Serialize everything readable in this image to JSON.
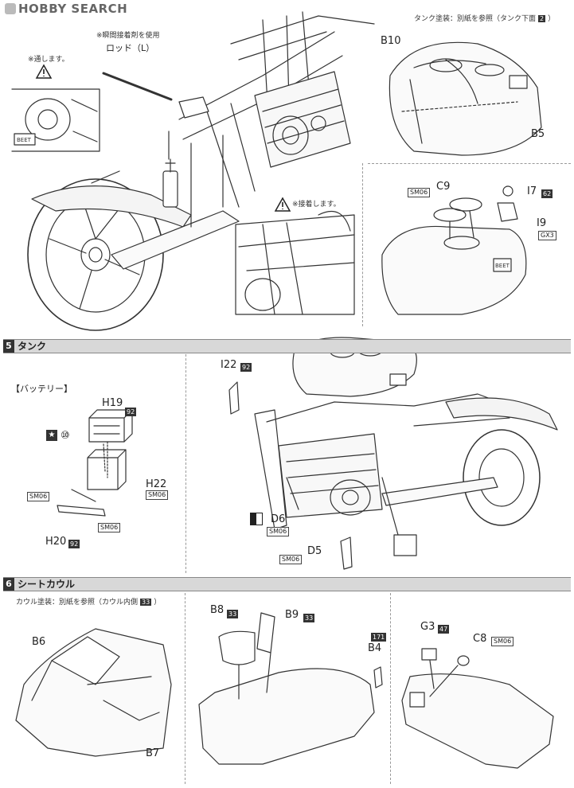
{
  "site_logo": "HOBBY SEARCH",
  "top": {
    "glue_note": "※瞬間接着剤を使用",
    "rod_label": "ロッド（L）",
    "pass_note": "※通します。",
    "attach_note": "※接着します。"
  },
  "tank_paint": {
    "text": "タンク塗装：別紙を参照（タンク下面",
    "page": "2",
    "close": "）"
  },
  "tank_labels": {
    "b10": "B10",
    "b5": "B5",
    "c9": "C9",
    "sm06": "SM06",
    "i7": "I7",
    "i7_code": "62",
    "i9": "I9",
    "gx3": "GX3"
  },
  "step5": {
    "number": "5",
    "title": "タンク",
    "battery": "【バッテリー】",
    "h19": "H19",
    "h19_code": "92",
    "decal_no": "⑩",
    "sm06_a": "SM06",
    "h22": "H22",
    "h22_code": "SM06",
    "sm06_b": "SM06",
    "h20": "H20",
    "h20_code": "92",
    "i22": "I22",
    "i22_code": "92",
    "d6": "D6",
    "d6_code": "SM06",
    "d5": "D5",
    "d5_code": "SM06"
  },
  "step6": {
    "number": "6",
    "title": "シートカウル",
    "cowl_paint": "カウル塗装：別紙を参照（カウル内側",
    "cowl_page": "33",
    "cowl_close": "）",
    "b6": "B6",
    "b7": "B7",
    "b8": "B8",
    "b8_code": "33",
    "b9": "B9",
    "b9_code": "33",
    "b4_code": "171",
    "b4": "B4",
    "g3": "G3",
    "g3_code": "47",
    "c8": "C8",
    "c8_code": "SM06"
  },
  "decal_mark": "BEET"
}
